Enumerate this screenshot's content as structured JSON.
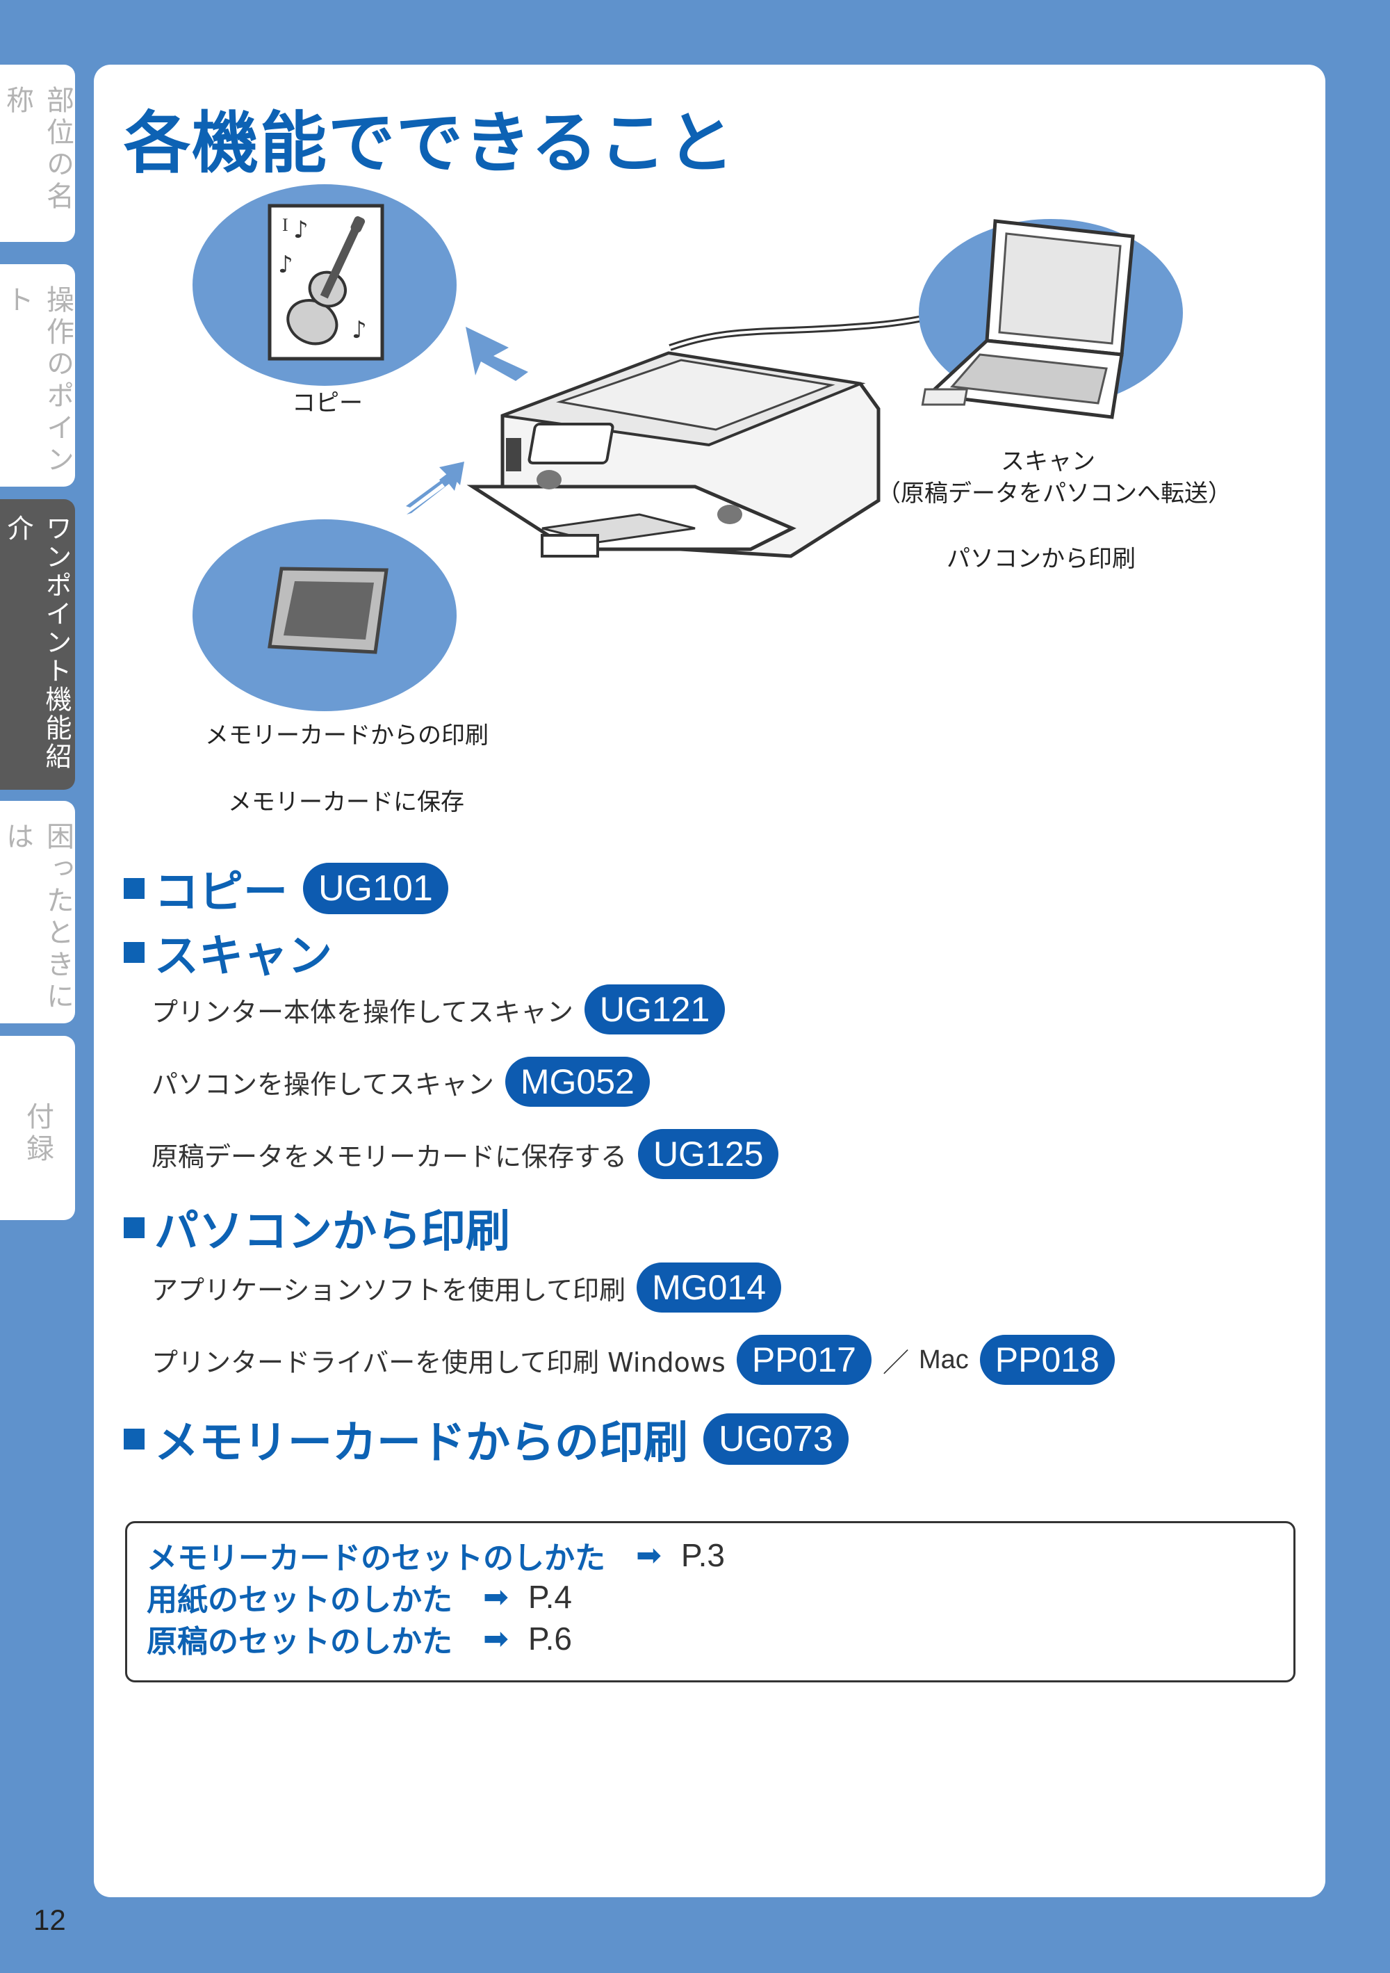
{
  "side_tabs": [
    {
      "label": "部位の名称",
      "active": false
    },
    {
      "label": "操作のポイント",
      "active": false
    },
    {
      "label": "ワンポイント機能紹介",
      "active": true
    },
    {
      "label": "困ったときには",
      "active": false
    },
    {
      "label": "付録",
      "active": false
    }
  ],
  "title": "各機能でできること",
  "diagram": {
    "copy": "コピー",
    "scan_line1": "スキャン",
    "scan_line2": "（原稿データをパソコンへ転送）",
    "pc_print": "パソコンから印刷",
    "card_print": "メモリーカードからの印刷",
    "card_save": "メモリーカードに保存"
  },
  "sections": {
    "copy": {
      "heading": "コピー",
      "code": "UG101"
    },
    "scan": {
      "heading": "スキャン",
      "items": [
        {
          "text": "プリンター本体を操作してスキャン",
          "code": "UG121"
        },
        {
          "text": "パソコンを操作してスキャン",
          "code": "MG052"
        },
        {
          "text": "原稿データをメモリーカードに保存する",
          "code": "UG125"
        }
      ]
    },
    "pcprint": {
      "heading": "パソコンから印刷",
      "item1": {
        "text": "アプリケーションソフトを使用して印刷",
        "code": "MG014"
      },
      "item2": {
        "text": "プリンタードライバーを使用して印刷 Windows",
        "code_win": "PP017",
        "separator": "／",
        "mac": "Mac",
        "code_mac": "PP018"
      }
    },
    "cardprint": {
      "heading": "メモリーカードからの印刷",
      "code": "UG073"
    }
  },
  "references": [
    {
      "text": "メモリーカードのセットのしかた",
      "page": "P.3"
    },
    {
      "text": "用紙のセットのしかた",
      "page": "P.4"
    },
    {
      "text": "原稿のセットのしかた",
      "page": "P.6"
    }
  ],
  "page_number": "12",
  "colors": {
    "background": "#5f92cc",
    "accent": "#0d62b4",
    "badge": "#0d5bb0",
    "circle": "#6b9bd3"
  }
}
